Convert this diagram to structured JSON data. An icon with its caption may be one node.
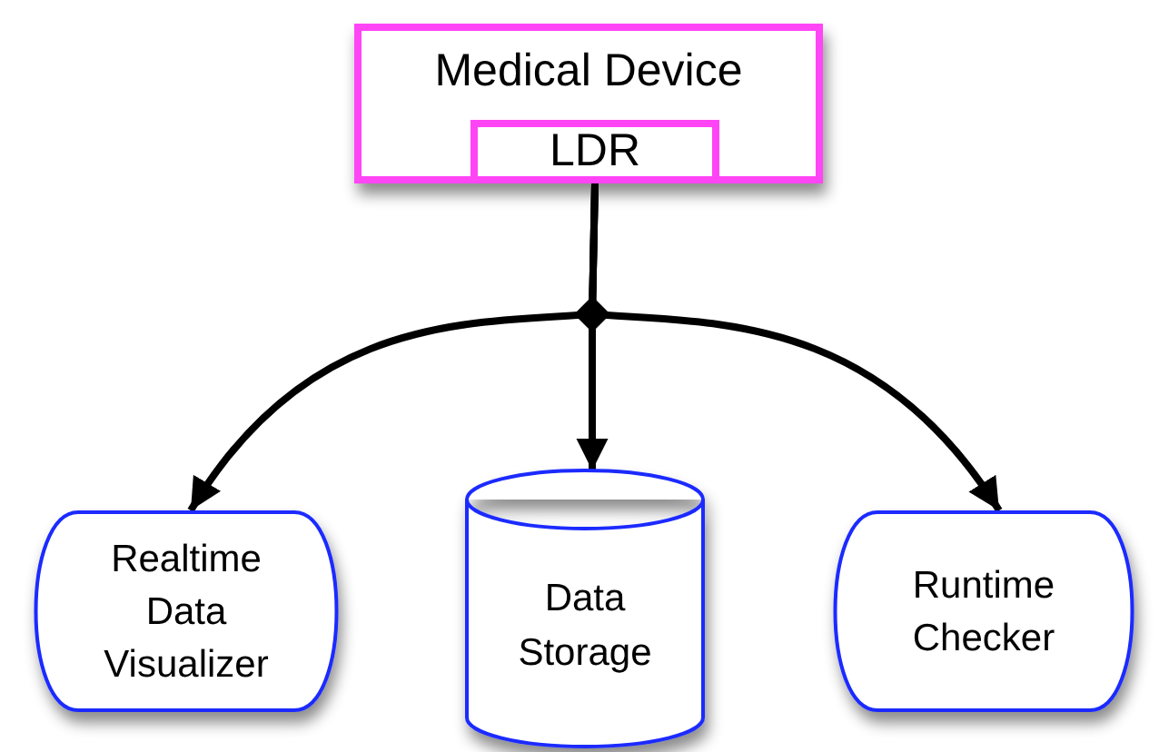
{
  "diagram": {
    "nodes": [
      {
        "text": [
          "Medical Device"
        ]
      },
      {
        "text": [
          "LDR"
        ],
        "in": 0
      },
      {
        "text": [
          "Realtime Data Visualizer"
        ]
      },
      {
        "text": [
          "Data Storage"
        ]
      },
      {
        "text": [
          "Runtime Checker"
        ]
      }
    ],
    "edges": [
      {
        "from": 1,
        "to": 2,
        "arrow": "to"
      },
      {
        "from": 1,
        "to": 3,
        "arrow": "to"
      },
      {
        "from": 1,
        "to": 4,
        "arrow": "to"
      }
    ]
  }
}
